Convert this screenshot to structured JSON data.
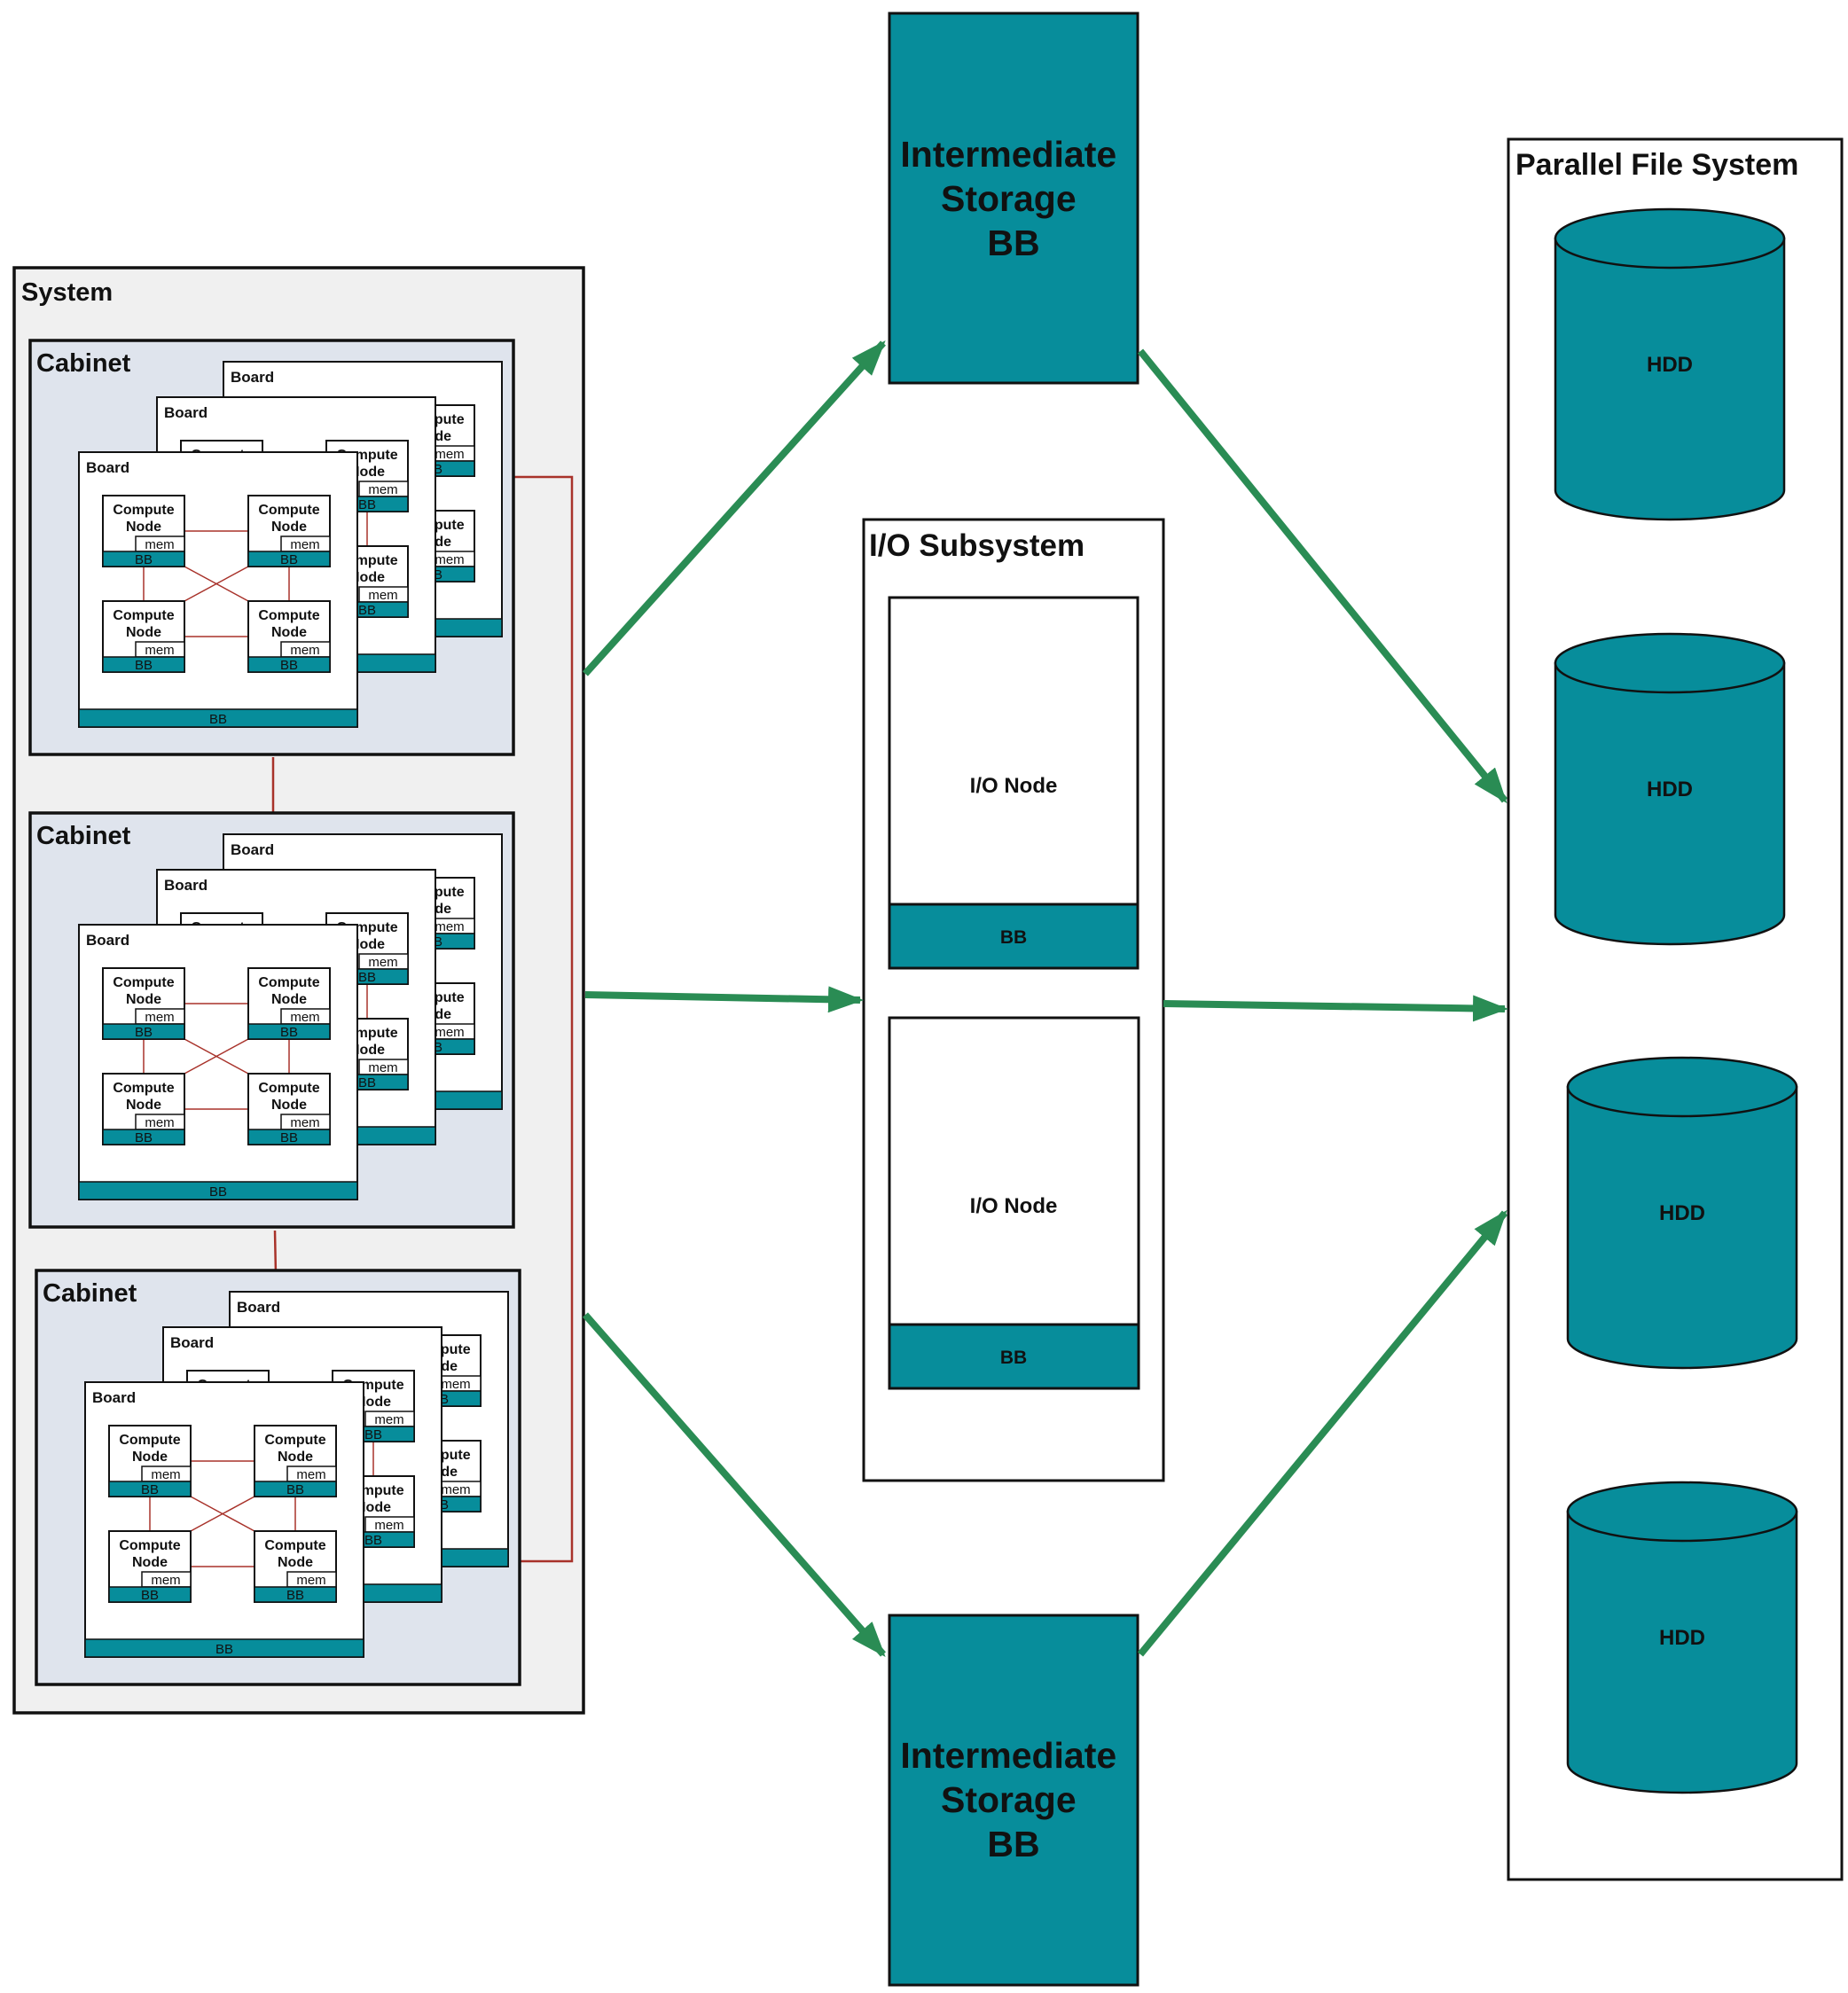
{
  "colors": {
    "teal": "#078d9b",
    "arrow": "#2a8c54",
    "link": "#a8322a",
    "system_bg": "#f0f0f0",
    "cabinet_bg": "#dfe4ed",
    "border": "#111111"
  },
  "system": {
    "title": "System",
    "cabinets": [
      {
        "title": "Cabinet",
        "boards": [
          {
            "label": "Board",
            "bb": "BB"
          },
          {
            "label": "Board",
            "bb": "BB"
          },
          {
            "label": "Board",
            "bb": "BB"
          }
        ]
      },
      {
        "title": "Cabinet",
        "boards": [
          {
            "label": "Board",
            "bb": "BB"
          },
          {
            "label": "Board",
            "bb": "BB"
          },
          {
            "label": "Board",
            "bb": "BB"
          }
        ]
      },
      {
        "title": "Cabinet",
        "boards": [
          {
            "label": "Board",
            "bb": "BB"
          },
          {
            "label": "Board",
            "bb": "BB"
          },
          {
            "label": "Board",
            "bb": "BB"
          }
        ]
      }
    ],
    "compute_node": {
      "line1": "Compute",
      "line2": "Node",
      "mem": "mem",
      "bb": "BB"
    }
  },
  "intermediate_storage": [
    {
      "lines": [
        "Intermediate",
        "Storage",
        "BB"
      ]
    },
    {
      "lines": [
        "Intermediate",
        "Storage",
        "BB"
      ]
    }
  ],
  "io_subsystem": {
    "title": "I/O Subsystem",
    "nodes": [
      {
        "label": "I/O Node",
        "bb": "BB"
      },
      {
        "label": "I/O Node",
        "bb": "BB"
      }
    ]
  },
  "parallel_file_system": {
    "title": "Parallel File System",
    "disks": [
      {
        "label": "HDD"
      },
      {
        "label": "HDD"
      },
      {
        "label": "HDD"
      },
      {
        "label": "HDD"
      }
    ]
  }
}
